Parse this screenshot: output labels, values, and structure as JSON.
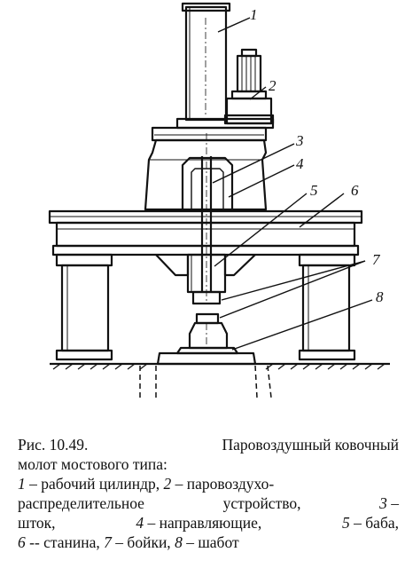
{
  "figure": {
    "callouts": [
      "1",
      "2",
      "3",
      "4",
      "5",
      "6",
      "7",
      "8"
    ]
  },
  "caption": {
    "fig_label": "Рис. 10.49.",
    "title_part1": "Паровоздушный ковочный",
    "title_part2": "молот мостового типа:",
    "legend": [
      {
        "num": "1",
        "text": "– рабочий цилиндр,"
      },
      {
        "num": "2",
        "text": "– паровоздухо-"
      },
      {
        "num": "",
        "text": "распределительное"
      },
      {
        "num": "",
        "text": "устройство,"
      },
      {
        "num": "3",
        "text": "–"
      },
      {
        "num": "",
        "text": "шток,"
      },
      {
        "num": "4",
        "text": "– направляющие,"
      },
      {
        "num": "5",
        "text": "– баба,"
      },
      {
        "num": "6",
        "text": "-- станина,"
      },
      {
        "num": "7",
        "text": "– бойки,"
      },
      {
        "num": "8",
        "text": "– шабот"
      }
    ]
  }
}
